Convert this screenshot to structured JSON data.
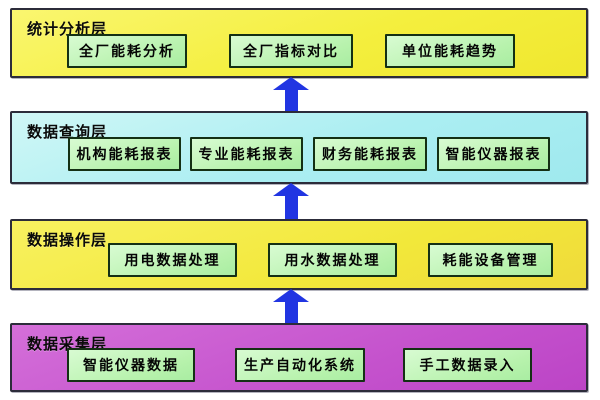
{
  "diagram": {
    "description": "Layered architecture diagram of an energy-consumption management system; four stacked layers connected bottom-up by blue arrows",
    "layers": [
      {
        "label": "统计分析层",
        "bg": "#f4ef3e",
        "boxes": [
          "全厂能耗分析",
          "全厂指标对比",
          "单位能耗趋势"
        ]
      },
      {
        "label": "数据查询层",
        "bg": "#abeef2",
        "boxes": [
          "机构能耗报表",
          "专业能耗报表",
          "财务能耗报表",
          "智能仪器报表"
        ]
      },
      {
        "label": "数据操作层",
        "bg": "#f2e83a",
        "boxes": [
          "用电数据处理",
          "用水数据处理",
          "耗能设备管理"
        ]
      },
      {
        "label": "数据采集层",
        "bg": "#c553cd",
        "boxes": [
          "智能仪器数据",
          "生产自动化系统",
          "手工数据录入"
        ]
      }
    ],
    "colors": {
      "node_fill": "#b7f2ac",
      "node_border": "#143014",
      "panel_border": "#2c2c3a",
      "arrow": "#2135e2",
      "background": "#ffffff",
      "text": "#050505"
    },
    "arrow_direction": "up",
    "arrow_count": 3
  }
}
